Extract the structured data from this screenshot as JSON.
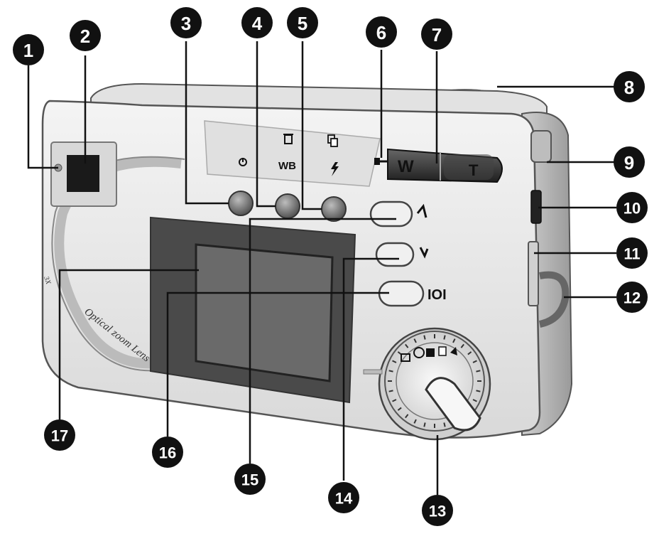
{
  "callouts": [
    {
      "id": 1,
      "label": "1"
    },
    {
      "id": 2,
      "label": "2"
    },
    {
      "id": 3,
      "label": "3"
    },
    {
      "id": 4,
      "label": "4"
    },
    {
      "id": 5,
      "label": "5"
    },
    {
      "id": 6,
      "label": "6"
    },
    {
      "id": 7,
      "label": "7"
    },
    {
      "id": 8,
      "label": "8"
    },
    {
      "id": 9,
      "label": "9"
    },
    {
      "id": 10,
      "label": "10"
    },
    {
      "id": 11,
      "label": "11"
    },
    {
      "id": 12,
      "label": "12"
    },
    {
      "id": 13,
      "label": "13"
    },
    {
      "id": 14,
      "label": "14"
    },
    {
      "id": 15,
      "label": "15"
    },
    {
      "id": 16,
      "label": "16"
    },
    {
      "id": 17,
      "label": "17"
    }
  ],
  "camera": {
    "zoom_wide_label": "W",
    "zoom_tele_label": "T",
    "wb_label": "WB",
    "lens_text": "Optical zoom Lens",
    "display_button_label": "IOI"
  },
  "icons": [
    "power-icon",
    "trash-icon",
    "flash-icon",
    "copy-icon",
    "macro-icon",
    "up-arrow-icon",
    "down-arrow-icon"
  ],
  "colors": {
    "ink": "#111111",
    "body": "#e9e9e9",
    "screen": "#555555"
  }
}
